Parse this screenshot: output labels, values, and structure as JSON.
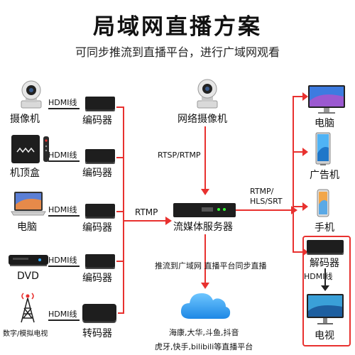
{
  "title": "局域网直播方案",
  "subtitle": "可同步推流到直播平台，进行广域网观看",
  "sources": [
    {
      "name": "摄像机",
      "icon": "ptz-camera-icon",
      "link": "HDMI线",
      "device": "编码器"
    },
    {
      "name": "机顶盒",
      "icon": "set-top-box-icon",
      "link": "HDMI线",
      "device": "编码器"
    },
    {
      "name": "电脑",
      "icon": "laptop-icon",
      "link": "HDMI线",
      "device": "编码器"
    },
    {
      "name": "DVD",
      "icon": "dvd-player-icon",
      "link": "HDMI线",
      "device": "编码器"
    },
    {
      "name": "数字/模拟电视",
      "icon": "antenna-tower-icon",
      "link": "HDMI线",
      "device": "转码器"
    }
  ],
  "ip_camera": {
    "name": "网络摄像机",
    "protocol": "RTSP/RTMP"
  },
  "bus_protocol": "RTMP",
  "server": {
    "name": "流媒体服务器"
  },
  "output_protocol": [
    "RTMP/",
    "HLS/SRT"
  ],
  "cloud": {
    "label": "推流到广域网  直播平台同步直播",
    "platforms_line1": "海康,大华,斗鱼,抖音",
    "platforms_line2": "虎牙,快手,bilibili等直播平台"
  },
  "clients": [
    {
      "name": "电脑",
      "icon": "desktop-monitor-icon"
    },
    {
      "name": "广告机",
      "icon": "ad-kiosk-icon"
    },
    {
      "name": "手机",
      "icon": "smartphone-icon"
    }
  ],
  "decoder": {
    "name": "解码器",
    "link": "HDMI线",
    "display": "电视"
  },
  "colors": {
    "accent": "#e8312f",
    "device": "#1e1e1e",
    "cloud": "#2d9fe6"
  }
}
